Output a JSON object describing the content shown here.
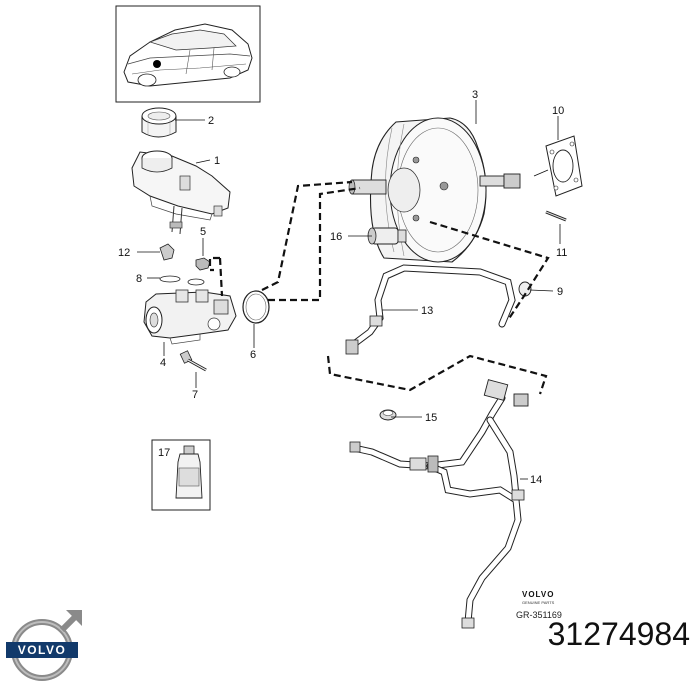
{
  "callouts": [
    "1",
    "2",
    "3",
    "4",
    "5",
    "6",
    "7",
    "8",
    "9",
    "10",
    "11",
    "12",
    "13",
    "14",
    "15",
    "16",
    "17"
  ],
  "brand": {
    "logo_text": "VOLVO",
    "stamp_name": "VOLVO",
    "stamp_sub": "GENUINE PARTS",
    "diagram_code": "GR-351169"
  },
  "part_number": "31274984",
  "icons": [
    "car-thumbnail-icon",
    "brake-fluid-bottle-icon",
    "volvo-logo-icon"
  ]
}
